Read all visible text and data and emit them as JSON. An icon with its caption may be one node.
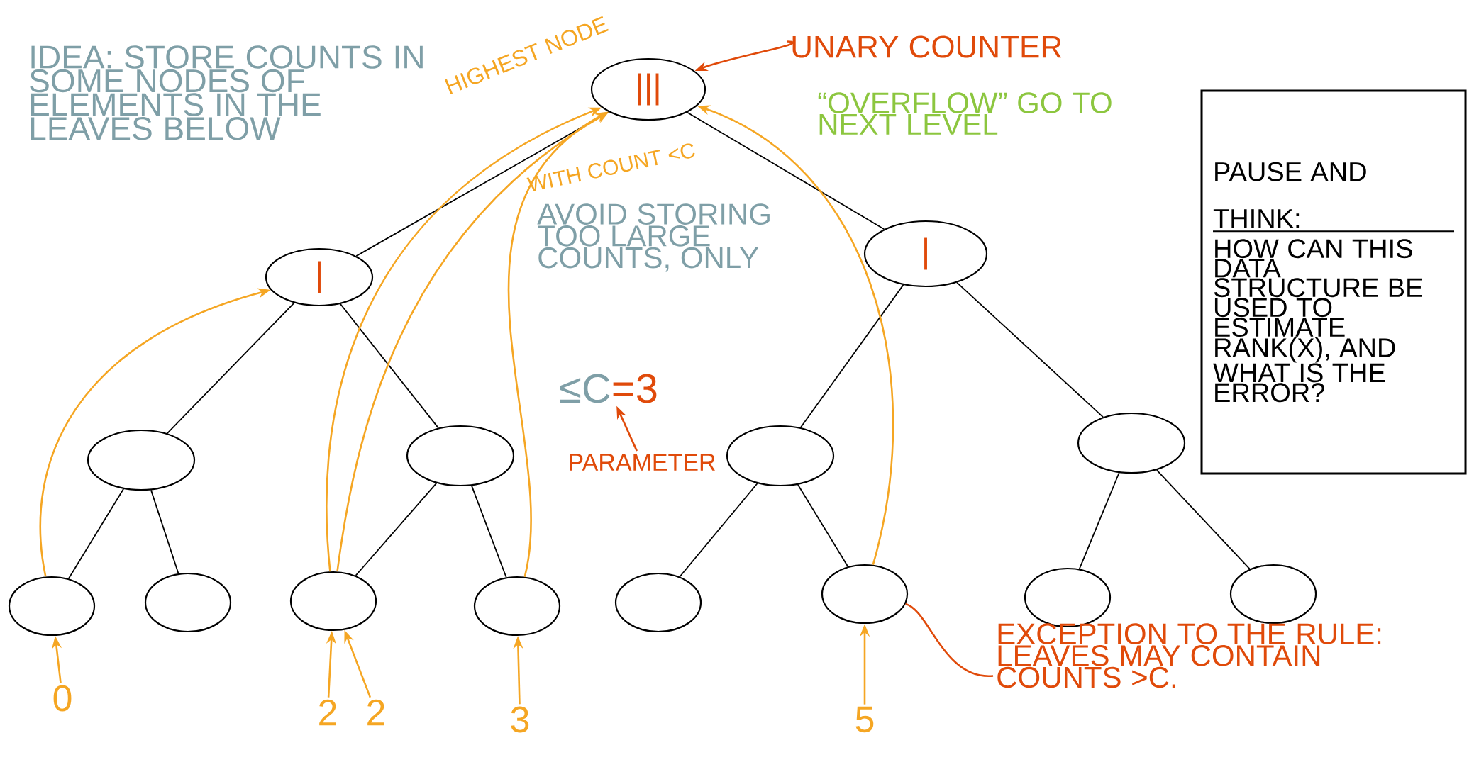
{
  "diagram": {
    "nodes": [
      {
        "text": [
          "|||"
        ]
      },
      {
        "text": [
          "|"
        ]
      },
      {
        "text": [
          "|"
        ]
      },
      {
        "text": [],
        "shape": "ellipse"
      },
      {
        "text": [],
        "shape": "ellipse"
      },
      {
        "text": [],
        "shape": "ellipse"
      },
      {
        "text": [],
        "shape": "ellipse"
      },
      {
        "text": [],
        "shape": "ellipse"
      },
      {
        "text": [],
        "shape": "ellipse"
      },
      {
        "text": [],
        "shape": "ellipse"
      },
      {
        "text": [],
        "shape": "ellipse"
      },
      {
        "text": [],
        "shape": "ellipse"
      },
      {
        "text": [],
        "shape": "ellipse"
      },
      {
        "text": [],
        "shape": "ellipse"
      },
      {
        "text": [],
        "shape": "ellipse"
      },
      {
        "text": [
          "0"
        ]
      },
      {
        "text": [
          "2"
        ]
      },
      {
        "text": [
          "2"
        ]
      },
      {
        "text": [
          "3"
        ]
      },
      {
        "text": [
          "5"
        ]
      },
      {
        "text": [
          "UNARY COUNTER"
        ]
      },
      {
        "text": [
          "≤C",
          "=3"
        ]
      },
      {
        "text": [
          "PARAMETER"
        ]
      },
      {
        "text": [
          "PAUSE AND THINK:",
          "HOW CAN THIS DATA STRUCTURE BE USED TO ESTIMATE RANK(X), AND WHAT IS THE ERROR?"
        ]
      },
      {
        "text": [
          "EXCEPTION TO THE RULE: LEAVES MAY CONTAIN COUNTS >C."
        ]
      }
    ],
    "edges": [
      {
        "from": 0,
        "to": 1,
        "arrow": "none"
      },
      {
        "from": 0,
        "to": 2,
        "arrow": "none"
      },
      {
        "from": 1,
        "to": 3,
        "arrow": "none"
      },
      {
        "from": 1,
        "to": 4,
        "arrow": "none"
      },
      {
        "from": 2,
        "to": 5,
        "arrow": "none"
      },
      {
        "from": 2,
        "to": 6,
        "arrow": "none"
      },
      {
        "from": 3,
        "to": 7,
        "arrow": "none"
      },
      {
        "from": 3,
        "to": 8,
        "arrow": "none"
      },
      {
        "from": 4,
        "to": 9,
        "arrow": "none"
      },
      {
        "from": 4,
        "to": 10,
        "arrow": "none"
      },
      {
        "from": 5,
        "to": 11,
        "arrow": "none"
      },
      {
        "from": 5,
        "to": 12,
        "arrow": "none"
      },
      {
        "from": 6,
        "to": 13,
        "arrow": "none"
      },
      {
        "from": 6,
        "to": 14,
        "arrow": "none"
      },
      {
        "from": 7,
        "to": 1,
        "arrow": "to",
        "color": "#f5a623"
      },
      {
        "from": 9,
        "to": 0,
        "arrow": "to",
        "color": "#f5a623"
      },
      {
        "from": 9,
        "to": 0,
        "arrow": "to",
        "color": "#f5a623"
      },
      {
        "from": 10,
        "to": 0,
        "arrow": "to",
        "color": "#f5a623"
      },
      {
        "from": 12,
        "to": 0,
        "arrow": "to",
        "color": "#f5a623"
      },
      {
        "from": 15,
        "to": 7,
        "arrow": "to",
        "color": "#f5a623"
      },
      {
        "from": 16,
        "to": 9,
        "arrow": "to",
        "color": "#f5a623"
      },
      {
        "from": 17,
        "to": 9,
        "arrow": "to",
        "color": "#f5a623"
      },
      {
        "from": 18,
        "to": 10,
        "arrow": "to",
        "color": "#f5a623"
      },
      {
        "from": 19,
        "to": 12,
        "arrow": "to",
        "color": "#f5a623"
      },
      {
        "from": 20,
        "to": 0,
        "arrow": "to",
        "color": "#e04a0a"
      },
      {
        "from": 22,
        "to": 21,
        "arrow": "to",
        "color": "#e04a0a"
      },
      {
        "from": 12,
        "to": 24,
        "arrow": "none",
        "color": "#e04a0a"
      }
    ],
    "labels": [
      "IDEA: STORE COUNTS IN SOME NODES OF ELEMENTS IN THE LEAVES BELOW",
      "HIGHEST NODE",
      "WITH COUNT <C",
      "AVOID STORING TOO LARGE COUNTS, ONLY",
      "“OVERFLOW” GO TO NEXT LEVEL"
    ]
  }
}
